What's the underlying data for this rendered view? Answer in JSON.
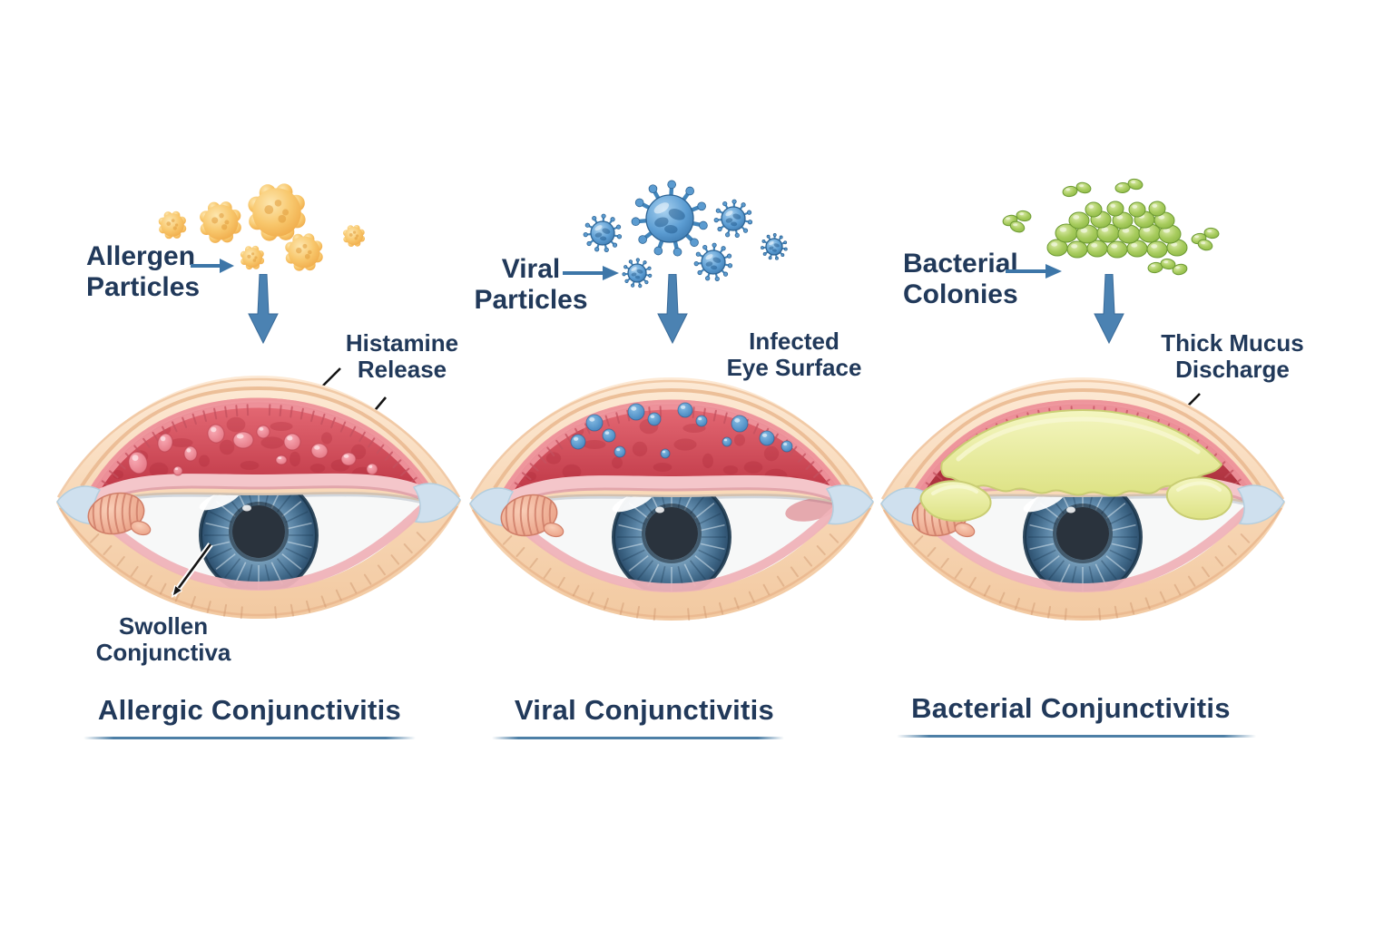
{
  "diagram": {
    "background": "#ffffff"
  },
  "colors": {
    "label_text": "#21395a",
    "arrow_blue": "#3d76a8",
    "annotation_arrow": "#151515",
    "title_underline": "#4d7fa6",
    "skin_light": "#fdead6",
    "skin_mid": "#f7d6b4",
    "skin_shadow": "#eab88f",
    "conjunctiva_red": "#e05a67",
    "conjunctiva_dark": "#b23543",
    "conjunctiva_red_bacterial": "#d8515e",
    "conjunctiva_dark_bacterial": "#a22a37",
    "lid_margin_pink": "#f4c6ca",
    "sclera_white": "#f7f8f8",
    "iris_blue": "#5d87a8",
    "iris_edge": "#2c4d6b",
    "pupil_dark": "#2a333d",
    "caruncle_pink": "#e89a7e",
    "canthus_blue": "#cfe0ee",
    "allergen_yellow": "#f6c46a",
    "allergen_deep": "#eda23f",
    "histamine_bump_pink": "#ef8a95",
    "virus_blue": "#5c9dd3",
    "virus_dark": "#2e6494",
    "bacteria_green": "#a8cc5e",
    "bacteria_dark": "#6d9a33",
    "mucus_yellow": "#e9eda2",
    "mucus_dark": "#c9cd74"
  },
  "icons": [
    "right-arrow-icon",
    "down-arrow-icon",
    "annotation-arrow-icon",
    "allergen-particles-icon",
    "virus-particles-icon",
    "bacteria-colonies-icon"
  ],
  "panels": [
    {
      "id": "allergic",
      "title": "Allergic Conjunctivitis",
      "pathogen_label": {
        "line1": "Allergen",
        "line2": "Particles"
      },
      "annotation1": {
        "line1": "Histamine",
        "line2": "Release"
      },
      "annotation2": {
        "line1": "Swollen",
        "line2": "Conjunctiva"
      },
      "overlay": "histamine-bumps"
    },
    {
      "id": "viral",
      "title": "Viral Conjunctivitis",
      "pathogen_label": {
        "line1": "Viral",
        "line2": "Particles"
      },
      "annotation1": {
        "line1": "Infected",
        "line2": "Eye Surface"
      },
      "overlay": "viral-dots"
    },
    {
      "id": "bacterial",
      "title": "Bacterial Conjunctivitis",
      "pathogen_label": {
        "line1": "Bacterial",
        "line2": "Colonies"
      },
      "annotation1": {
        "line1": "Thick Mucus",
        "line2": "Discharge"
      },
      "overlay": "mucus-discharge"
    }
  ]
}
